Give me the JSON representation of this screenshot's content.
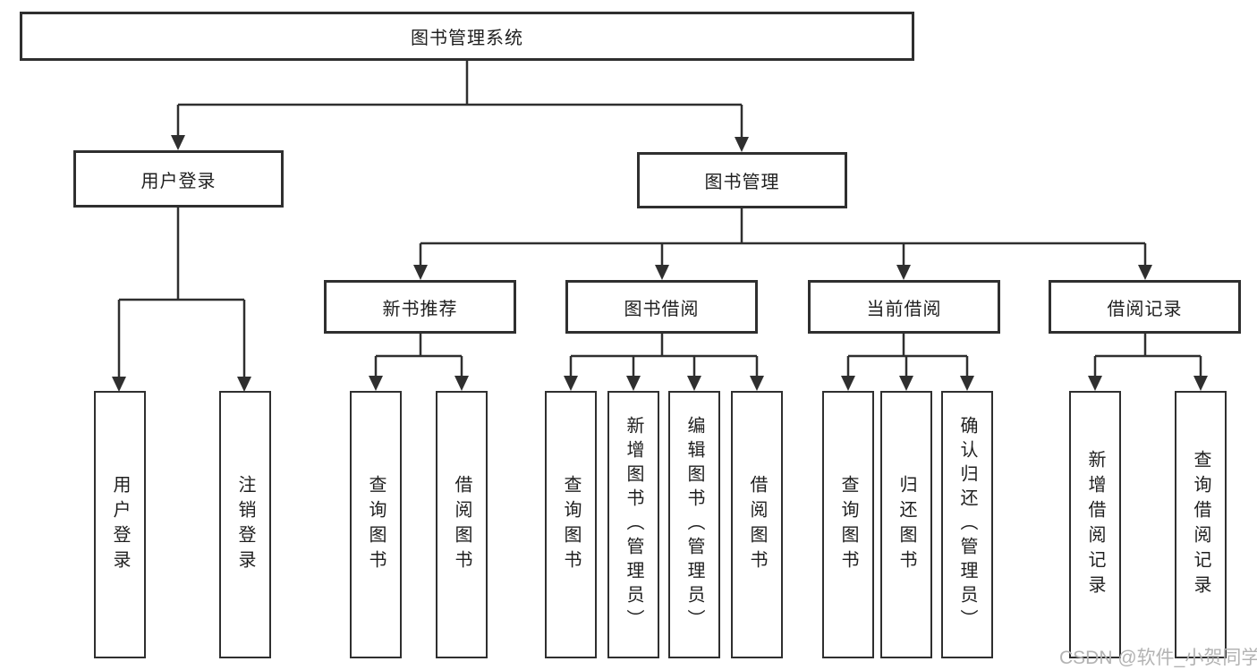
{
  "root": {
    "label": "图书管理系统"
  },
  "level1": [
    {
      "id": "user-login",
      "label": "用户登录"
    },
    {
      "id": "book-management",
      "label": "图书管理"
    }
  ],
  "level2": [
    {
      "id": "new-book-recommend",
      "label": "新书推荐"
    },
    {
      "id": "book-borrowing",
      "label": "图书借阅"
    },
    {
      "id": "current-borrowing",
      "label": "当前借阅"
    },
    {
      "id": "borrowing-records",
      "label": "借阅记录"
    }
  ],
  "leaves": {
    "login": [
      "用户登录",
      "注销登录"
    ],
    "recommend": [
      "查询图书",
      "借阅图书"
    ],
    "borrow": [
      "查询图书",
      "新增图书（管理员）",
      "编辑图书（管理员）",
      "借阅图书"
    ],
    "current": [
      "查询图书",
      "归还图书",
      "确认归还（管理员）"
    ],
    "record": [
      "新增借阅记录",
      "查询借阅记录"
    ]
  },
  "watermark": {
    "text": "CSDN @软件_小贺同学"
  },
  "colors": {
    "line": "#2f2f2f",
    "text": "#1f1f1f",
    "background": "#ffffff",
    "watermark": "#b3b3b3"
  }
}
